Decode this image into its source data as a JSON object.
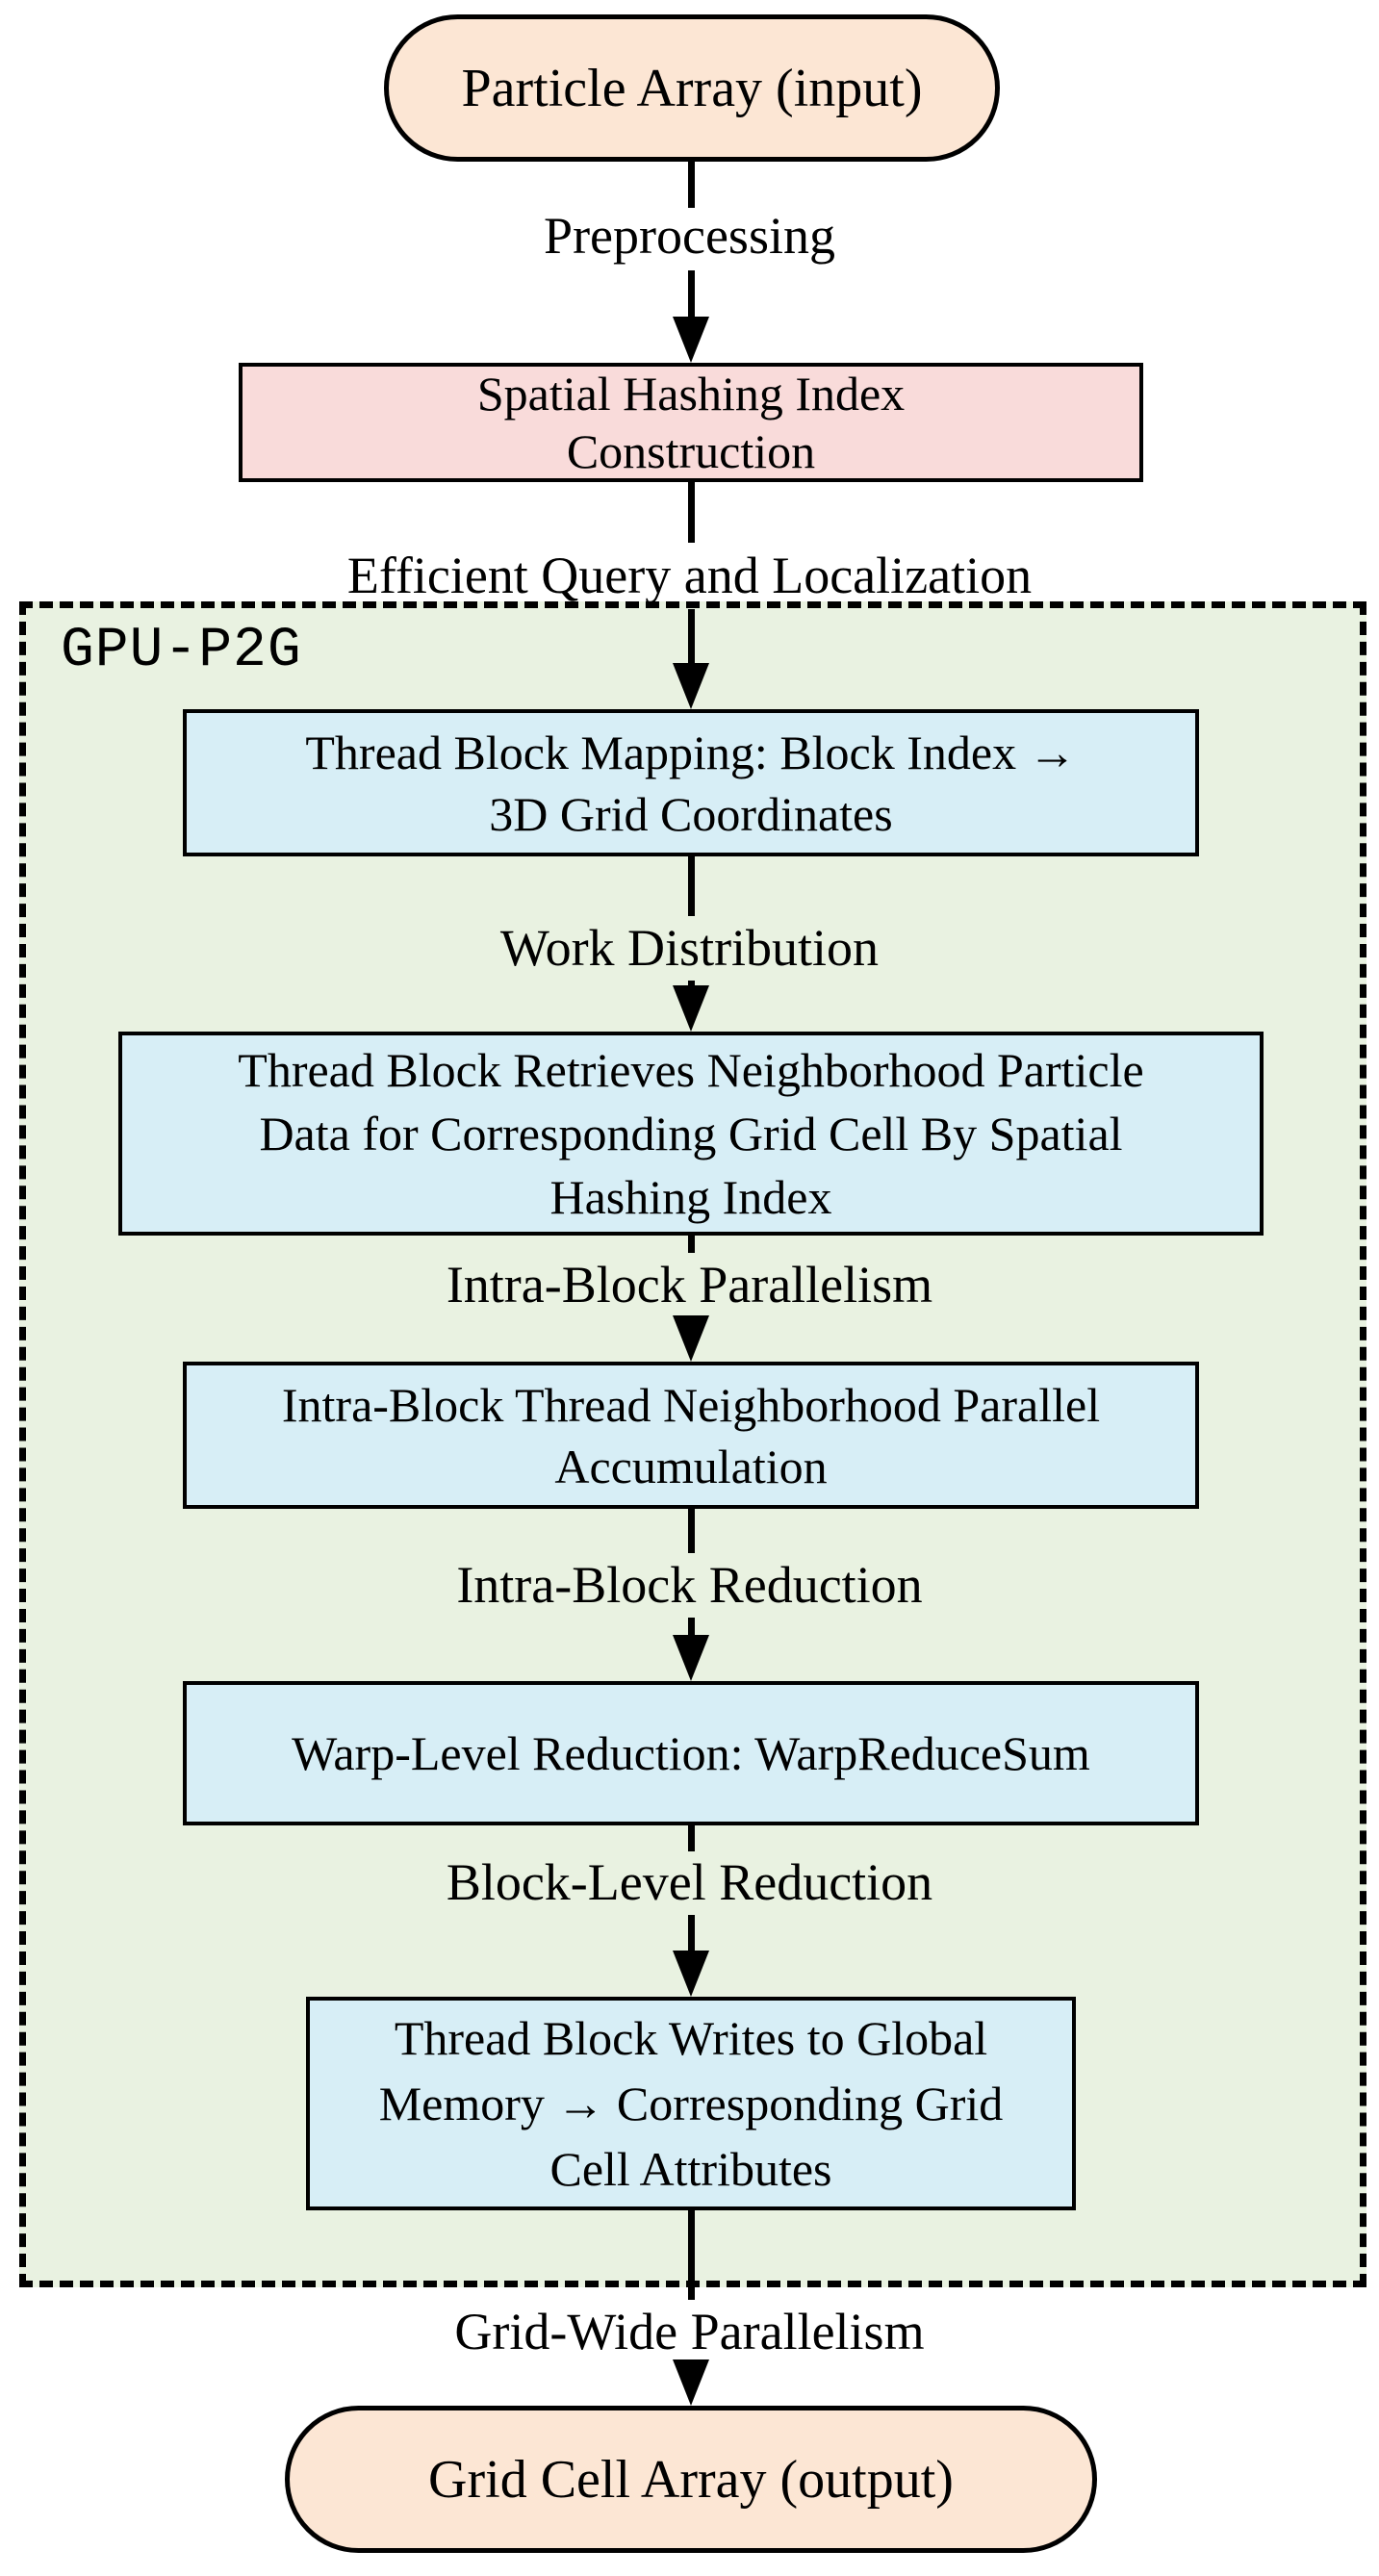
{
  "diagram": {
    "container": {
      "label": "GPU-P2G"
    },
    "nodes": {
      "input": {
        "label": "Particle Array (input)"
      },
      "hashing": {
        "label": "Spatial Hashing Index\nConstruction"
      },
      "map": {
        "label": "Thread Block Mapping: Block Index →\n3D Grid Coordinates"
      },
      "retrieve": {
        "label": "Thread Block Retrieves Neighborhood Particle\nData for Corresponding Grid Cell By Spatial\nHashing Index"
      },
      "accumulate": {
        "label": "Intra-Block Thread Neighborhood Parallel\nAccumulation"
      },
      "warp": {
        "label": "Warp-Level Reduction: WarpReduceSum"
      },
      "write": {
        "label": "Thread Block Writes to Global\nMemory → Corresponding Grid\nCell Attributes"
      },
      "output": {
        "label": "Grid Cell Array (output)"
      }
    },
    "edges": {
      "preprocessing": "Preprocessing",
      "query": "Efficient Query and Localization",
      "work": "Work Distribution",
      "intra_par": "Intra-Block Parallelism",
      "intra_red": "Intra-Block Reduction",
      "block_red": "Block-Level Reduction",
      "grid_par": "Grid-Wide Parallelism"
    },
    "colors": {
      "terminal_fill": "#FCE6D4",
      "process_fill": "#F9DBDA",
      "gpu_step_fill": "#D7EEF6",
      "gpu_container_fill": "#E9F2E1",
      "stroke": "#000000"
    }
  }
}
